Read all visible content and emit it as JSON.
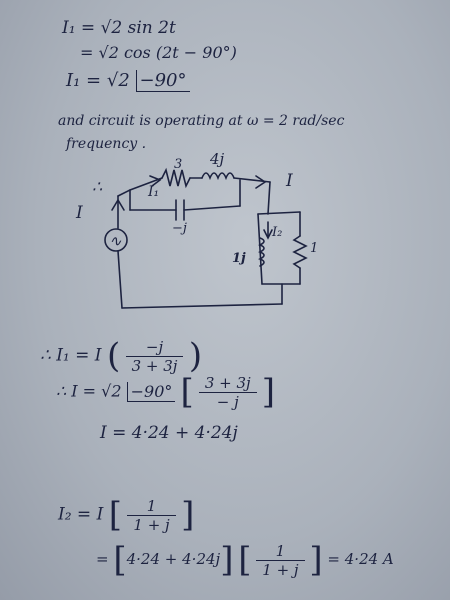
{
  "lines": {
    "l1": "I₁  =  √2  sin 2t",
    "l2": "=  √2  cos (2t − 90°)",
    "l3_lhs": "I₁  =  √2",
    "l3_ang": "−90°",
    "l4": "and circuit is operating at  ω = 2 rad/sec",
    "l5": "frequency ."
  },
  "circuit": {
    "therefore": "∴",
    "r_label": "3",
    "l_label": "4j",
    "i1_label": "I₁",
    "i_left": "I",
    "i_right": "I",
    "c_label": "−j",
    "i2_label": "I₂",
    "lj_label": "1j",
    "r2_label": "1",
    "source_symbol": "∿"
  },
  "eq": {
    "r1_lhs": "∴  I₁  =   I",
    "r1_num": "−j",
    "r1_den": "3 + 3j",
    "r2_lhs": "∴  I  =   √2",
    "r2_ang": "−90°",
    "r2_num": "3 + 3j",
    "r2_den": "− j",
    "r3": "I  =   4·24  +  4·24j",
    "r4_lhs": "I₂  =   I",
    "r4_num": "1",
    "r4_den": "1 +  j",
    "r5_lhs": "=",
    "r5_b1": "4·24  + 4·24j",
    "r5_num": "1",
    "r5_den": "1 + j",
    "r5_res": "= 4·24 A"
  },
  "colors": {
    "ink": "#1d2340",
    "paper": "#aab1bb"
  }
}
